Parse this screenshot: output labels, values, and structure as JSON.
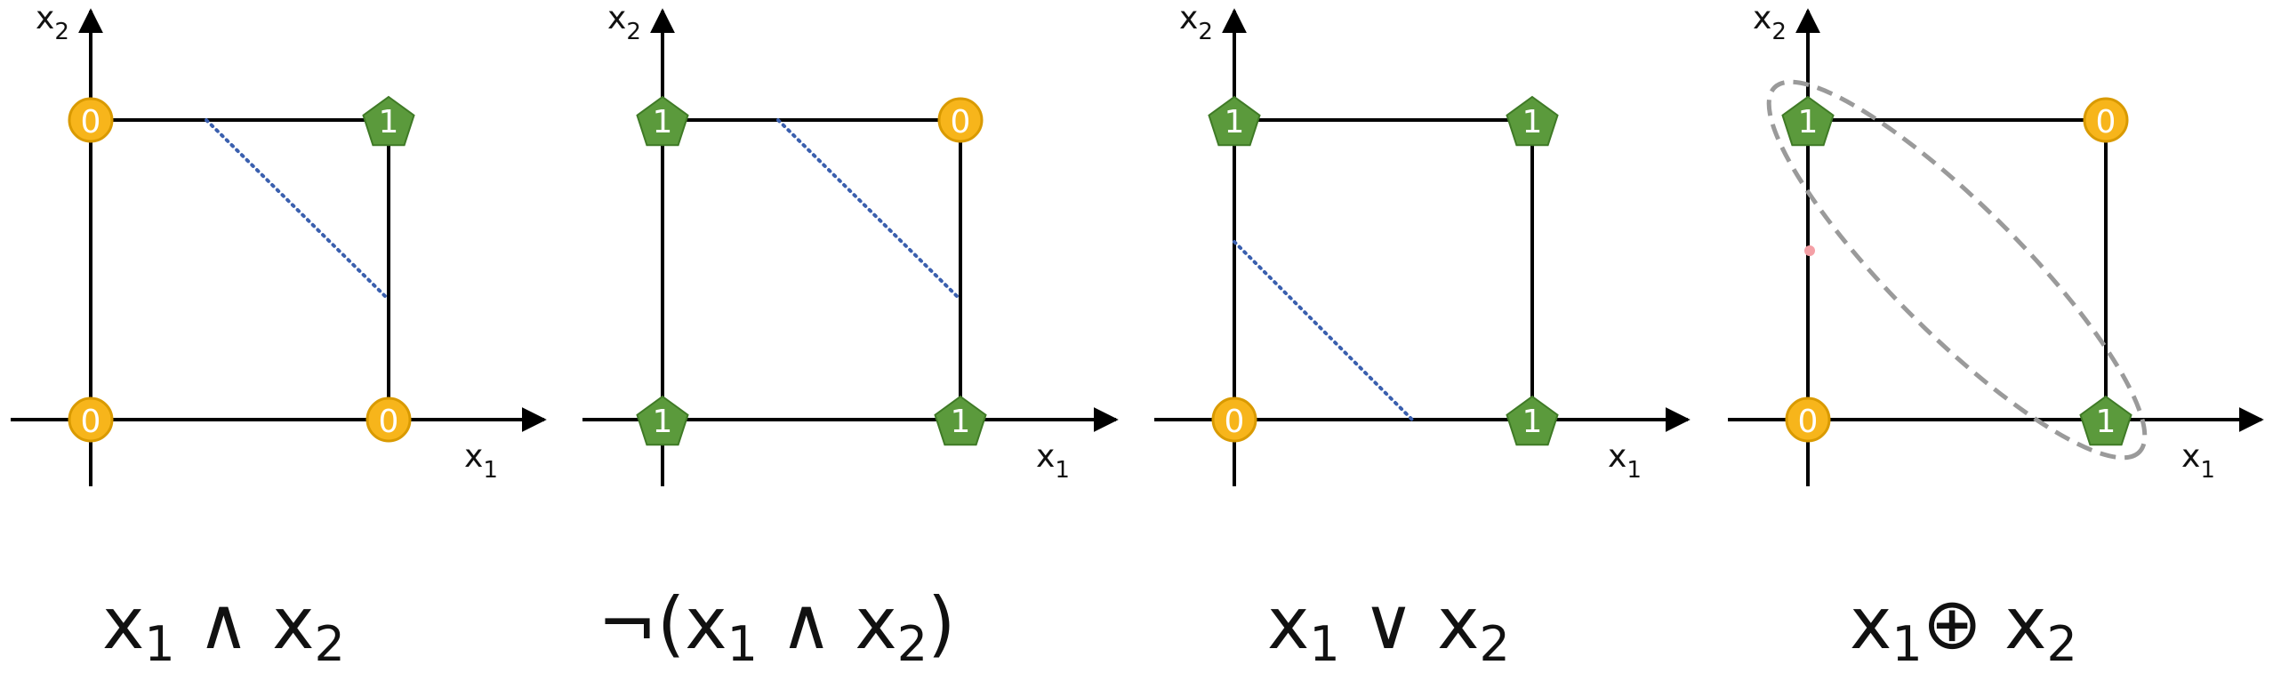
{
  "colors": {
    "zero_fill": "#f7b51b",
    "zero_stroke": "#d99a00",
    "one_fill": "#5b9a3c",
    "one_stroke": "#3f7a26",
    "separator": "#3a5fae",
    "ellipse": "#9a9a9a",
    "axis": "#000000"
  },
  "axis_labels": {
    "x_var": "x",
    "x_sub": "1",
    "y_var": "x",
    "y_sub": "2"
  },
  "diagrams": [
    {
      "name": "and",
      "formula": {
        "var1": "x",
        "sub1": "1",
        "op": "∧",
        "var2": "x",
        "sub2": "2",
        "prefix": "",
        "suffix": ""
      },
      "points": [
        {
          "label": "0",
          "class": "zero",
          "x1": 0,
          "x2": 0
        },
        {
          "label": "0",
          "class": "zero",
          "x1": 1,
          "x2": 0
        },
        {
          "label": "0",
          "class": "zero",
          "x1": 0,
          "x2": 1
        },
        {
          "label": "1",
          "class": "one",
          "x1": 1,
          "x2": 1
        }
      ],
      "separator": "dotted-line"
    },
    {
      "name": "nand",
      "formula": {
        "var1": "x",
        "sub1": "1",
        "op": "∧",
        "var2": "x",
        "sub2": "2",
        "prefix": "¬(",
        "suffix": ")"
      },
      "points": [
        {
          "label": "1",
          "class": "one",
          "x1": 0,
          "x2": 0
        },
        {
          "label": "1",
          "class": "one",
          "x1": 1,
          "x2": 0
        },
        {
          "label": "1",
          "class": "one",
          "x1": 0,
          "x2": 1
        },
        {
          "label": "0",
          "class": "zero",
          "x1": 1,
          "x2": 1
        }
      ],
      "separator": "dotted-line"
    },
    {
      "name": "or",
      "formula": {
        "var1": "x",
        "sub1": "1",
        "op": "∨",
        "var2": "x",
        "sub2": "2",
        "prefix": "",
        "suffix": ""
      },
      "points": [
        {
          "label": "0",
          "class": "zero",
          "x1": 0,
          "x2": 0
        },
        {
          "label": "1",
          "class": "one",
          "x1": 1,
          "x2": 0
        },
        {
          "label": "1",
          "class": "one",
          "x1": 0,
          "x2": 1
        },
        {
          "label": "1",
          "class": "one",
          "x1": 1,
          "x2": 1
        }
      ],
      "separator": "dotted-line"
    },
    {
      "name": "xor",
      "formula": {
        "var1": "x",
        "sub1": "1",
        "op": "⊕",
        "var2": "x",
        "sub2": "2",
        "prefix": "",
        "suffix": ""
      },
      "points": [
        {
          "label": "0",
          "class": "zero",
          "x1": 0,
          "x2": 0
        },
        {
          "label": "1",
          "class": "one",
          "x1": 1,
          "x2": 0
        },
        {
          "label": "1",
          "class": "one",
          "x1": 0,
          "x2": 1
        },
        {
          "label": "0",
          "class": "zero",
          "x1": 1,
          "x2": 1
        }
      ],
      "separator": "dashed-ellipse"
    }
  ]
}
